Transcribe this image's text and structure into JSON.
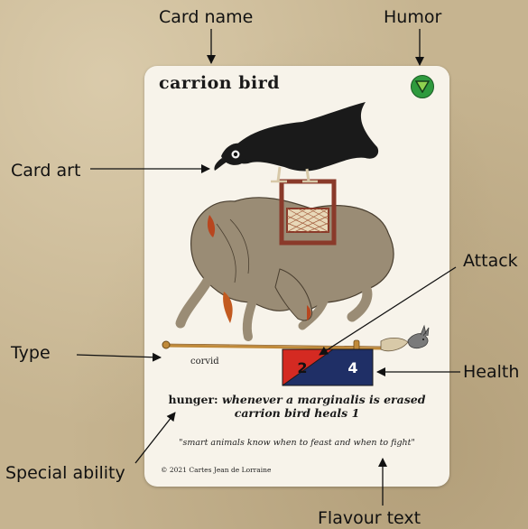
{
  "annotations": {
    "card_name": "Card name",
    "humor": "Humor",
    "card_art": "Card art",
    "attack": "Attack",
    "type": "Type",
    "health": "Health",
    "special_ability": "Special ability",
    "flavour_text": "Flavour text"
  },
  "card": {
    "name": "carrion bird",
    "humor_icon": "green-triangle-icon",
    "type": "corvid",
    "attack": "2",
    "health": "4",
    "ability_keyword": "hunger:",
    "ability_line1_rest": " whenever a marginalis is erased",
    "ability_line2": "carrion bird heals 1",
    "flavour": "\"smart animals know when to feast and when to fight\"",
    "copyright": "© 2021 Cartes Jean de Lorraine",
    "colors": {
      "humor": "#2f9a3e",
      "attack_bg": "#d42a22",
      "health_bg": "#1f2f66"
    }
  }
}
